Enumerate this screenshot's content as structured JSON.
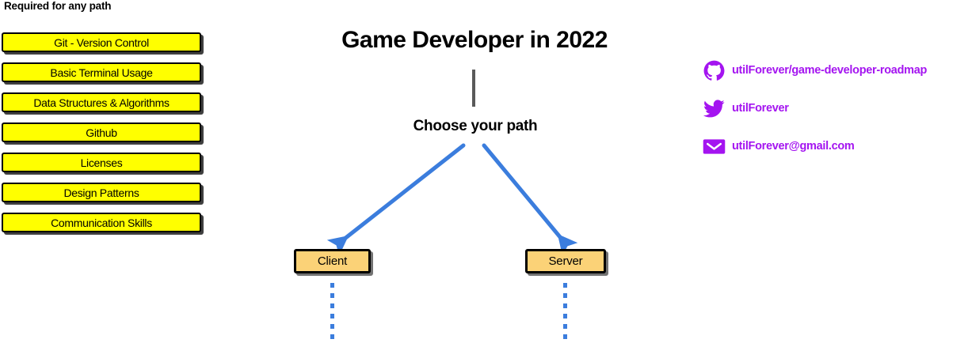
{
  "page": {
    "background_color": "#FFFFFF",
    "title": "Game Developer in 2022"
  },
  "required": {
    "heading": "Required for any path",
    "box_fill_color": "#FFFF00",
    "box_border_color": "#000000",
    "items": [
      {
        "label": "Git - Version Control"
      },
      {
        "label": "Basic Terminal Usage"
      },
      {
        "label": "Data Structures & Algorithms"
      },
      {
        "label": "Github"
      },
      {
        "label": "Licenses"
      },
      {
        "label": "Design Patterns"
      },
      {
        "label": "Communication Skills"
      }
    ]
  },
  "center": {
    "title": "Game Developer in 2022",
    "trunk_color": "#5A5A5A",
    "choose_label": "Choose your path",
    "arrow_color": "#3B7DDD"
  },
  "paths": {
    "box_fill_color": "#FBD277",
    "box_border_color": "#000000",
    "nodes": [
      {
        "label": "Client"
      },
      {
        "label": "Server"
      }
    ]
  },
  "contact": {
    "accent_color": "#A414F0",
    "links": [
      {
        "icon": "github-icon",
        "label": "utilForever/game-developer-roadmap"
      },
      {
        "icon": "twitter-icon",
        "label": "utilForever"
      },
      {
        "icon": "email-icon",
        "label": "utilForever@gmail.com"
      }
    ]
  }
}
